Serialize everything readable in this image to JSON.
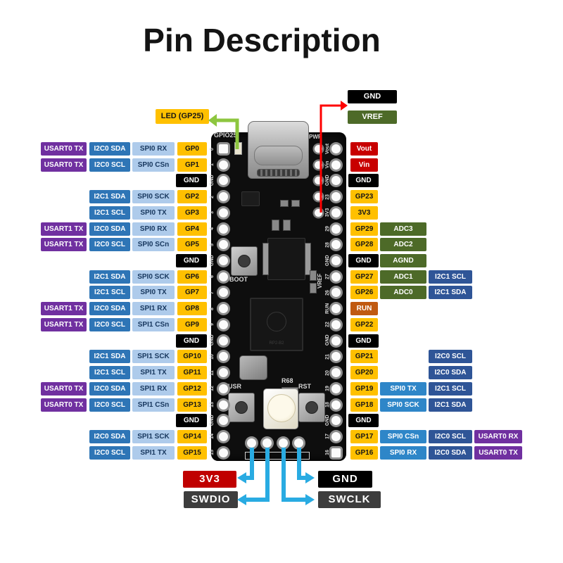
{
  "title": "Pin Description",
  "colors": {
    "usart": "#7030A0",
    "i2c": "#2E75B6",
    "i2c_dark": "#2F5597",
    "spi_light": "#AECBEB",
    "spi_mid": "#2E86C8",
    "gpio_yellow": "#FFC000",
    "gnd_black": "#000000",
    "power_red": "#C80000",
    "adc_green": "#4D6A28",
    "run_orange": "#C05A11",
    "swd_gray": "#3D3D3D",
    "arrow_cyan": "#29ABE2",
    "arrow_green": "#8DC63F",
    "wire_red": "#FF0000"
  },
  "callouts": {
    "top_gnd": "GND",
    "top_vref": "VREF",
    "led": "LED (GP25)",
    "bottom_3v3": "3V3",
    "bottom_swdio": "SWDIO",
    "bottom_gnd": "GND",
    "bottom_swclk": "SWCLK"
  },
  "board": {
    "silk": {
      "gpio25": "GPIO25",
      "pwr": "PWR",
      "boot": "BOOT",
      "usr": "USR",
      "rst": "RST",
      "r68": "R68",
      "vref": "VREF"
    },
    "left_edge_pins": [
      "0",
      "1",
      "GND",
      "2",
      "3",
      "4",
      "5",
      "GND",
      "6",
      "7",
      "8",
      "9",
      "GND",
      "10",
      "11",
      "12",
      "13",
      "GND",
      "14",
      "15"
    ],
    "right_edge_pins": [
      "Vout",
      "Vin",
      "GND",
      "23",
      "3V3",
      "29",
      "28",
      "GND",
      "27",
      "26",
      "RUN",
      "22",
      "GND",
      "21",
      "20",
      "19",
      "18",
      "GND",
      "17",
      "16"
    ]
  },
  "left_rows": [
    {
      "pin": "GP0",
      "pin_type": "gpio",
      "usart": "USART0 TX",
      "i2c": "I2C0 SDA",
      "spi": "SPI0 RX"
    },
    {
      "pin": "GP1",
      "pin_type": "gpio",
      "usart": "USART0 TX",
      "i2c": "I2C0 SCL",
      "spi": "SPI0 CSn"
    },
    {
      "pin": "GND",
      "pin_type": "gnd"
    },
    {
      "pin": "GP2",
      "pin_type": "gpio",
      "i2c": "I2C1 SDA",
      "spi": "SPI0 SCK"
    },
    {
      "pin": "GP3",
      "pin_type": "gpio",
      "i2c": "I2C1 SCL",
      "spi": "SPI0 TX"
    },
    {
      "pin": "GP4",
      "pin_type": "gpio",
      "usart": "USART1 TX",
      "i2c": "I2C0 SDA",
      "spi": "SPI0 RX"
    },
    {
      "pin": "GP5",
      "pin_type": "gpio",
      "usart": "USART1 TX",
      "i2c": "I2C0 SCL",
      "spi": "SPI0 SCn"
    },
    {
      "pin": "GND",
      "pin_type": "gnd"
    },
    {
      "pin": "GP6",
      "pin_type": "gpio",
      "i2c": "I2C1 SDA",
      "spi": "SPI0 SCK"
    },
    {
      "pin": "GP7",
      "pin_type": "gpio",
      "i2c": "I2C1 SCL",
      "spi": "SPI0 TX"
    },
    {
      "pin": "GP8",
      "pin_type": "gpio",
      "usart": "USART1 TX",
      "i2c": "I2C0 SDA",
      "spi": "SPI1 RX"
    },
    {
      "pin": "GP9",
      "pin_type": "gpio",
      "usart": "USART1 TX",
      "i2c": "I2C0 SCL",
      "spi": "SPI1 CSn"
    },
    {
      "pin": "GND",
      "pin_type": "gnd"
    },
    {
      "pin": "GP10",
      "pin_type": "gpio",
      "i2c": "I2C1 SDA",
      "spi": "SPI1 SCK"
    },
    {
      "pin": "GP11",
      "pin_type": "gpio",
      "i2c": "I2C1 SCL",
      "spi": "SPI1 TX"
    },
    {
      "pin": "GP12",
      "pin_type": "gpio",
      "usart": "USART0 TX",
      "i2c": "I2C0 SDA",
      "spi": "SPI1 RX"
    },
    {
      "pin": "GP13",
      "pin_type": "gpio",
      "usart": "USART0 TX",
      "i2c": "I2C0 SCL",
      "spi": "SPI1 CSn"
    },
    {
      "pin": "GND",
      "pin_type": "gnd"
    },
    {
      "pin": "GP14",
      "pin_type": "gpio",
      "i2c": "I2C0 SDA",
      "spi": "SPI1 SCK"
    },
    {
      "pin": "GP15",
      "pin_type": "gpio",
      "i2c": "I2C0 SCL",
      "spi": "SPI1 TX"
    }
  ],
  "right_rows": [
    {
      "pin": "Vout",
      "pin_type": "power"
    },
    {
      "pin": "Vin",
      "pin_type": "power"
    },
    {
      "pin": "GND",
      "pin_type": "gnd"
    },
    {
      "pin": "GP23",
      "pin_type": "gpio"
    },
    {
      "pin": "3V3",
      "pin_type": "gpio"
    },
    {
      "pin": "GP29",
      "pin_type": "gpio",
      "col2": "ADC3",
      "col2_type": "adc"
    },
    {
      "pin": "GP28",
      "pin_type": "gpio",
      "col2": "ADC2",
      "col2_type": "adc"
    },
    {
      "pin": "GND",
      "pin_type": "gnd",
      "col2": "AGND",
      "col2_type": "adc"
    },
    {
      "pin": "GP27",
      "pin_type": "gpio",
      "col2": "ADC1",
      "col2_type": "adc",
      "col3": "I2C1 SCL"
    },
    {
      "pin": "GP26",
      "pin_type": "gpio",
      "col2": "ADC0",
      "col2_type": "adc",
      "col3": "I2C1 SDA"
    },
    {
      "pin": "RUN",
      "pin_type": "run"
    },
    {
      "pin": "GP22",
      "pin_type": "gpio"
    },
    {
      "pin": "GND",
      "pin_type": "gnd"
    },
    {
      "pin": "GP21",
      "pin_type": "gpio",
      "col3": "I2C0 SCL"
    },
    {
      "pin": "GP20",
      "pin_type": "gpio",
      "col3": "I2C0 SDA"
    },
    {
      "pin": "GP19",
      "pin_type": "gpio",
      "col2": "SPI0 TX",
      "col2_type": "spi",
      "col3": "I2C1 SCL"
    },
    {
      "pin": "GP18",
      "pin_type": "gpio",
      "col2": "SPI0 SCK",
      "col2_type": "spi",
      "col3": "I2C1 SDA"
    },
    {
      "pin": "GND",
      "pin_type": "gnd"
    },
    {
      "pin": "GP17",
      "pin_type": "gpio",
      "col2": "SPI0 CSn",
      "col2_type": "spi",
      "col3": "I2C0 SCL",
      "col4": "USART0 RX"
    },
    {
      "pin": "GP16",
      "pin_type": "gpio",
      "col2": "SPI0 RX",
      "col2_type": "spi",
      "col3": "I2C0 SDA",
      "col4": "USART0 TX"
    }
  ]
}
